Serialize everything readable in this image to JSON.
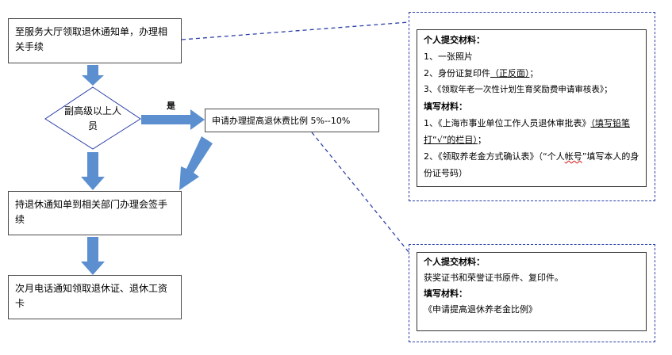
{
  "flow": {
    "step1": "至服务大厅领取退休通知单，办理相关手续",
    "decision": "副高级以上人员",
    "yes_label": "是",
    "apply": "申请办理提高退休费比例 5%--10%",
    "step2": "持退休通知单到相关部门办理会签手续",
    "step3": "次月电话通知领取退休证、退休工资卡"
  },
  "materials_top": {
    "personal_title": "个人提交材料：",
    "item1": "1、一张照片",
    "item2_prefix": "2、身份证复印件",
    "item2_emph": "（正反面）",
    "item2_suffix": "；",
    "item3": "3、《领取年老一次性计划生育奖励费申请审核表》；",
    "fill_title": "填写材料：",
    "fill1_prefix": "1、《上海市事业单位工作人员退休审批表》",
    "fill1_emph": "（填写铅笔打“√”的栏目）",
    "fill1_suffix": "；",
    "fill2_prefix": "2、《领取养老金方式确认表》（“个人",
    "fill2_emph": "帐号",
    "fill2_suffix": "”填写本人的身份证号码）"
  },
  "materials_bottom": {
    "personal_title": "个人提交材料：",
    "item1": "获奖证书和荣誉证书原件、复印件。",
    "fill_title": "填写材料：",
    "fill1": "《申请提高退休养老金比例》"
  },
  "colors": {
    "arrow": "#5b8fd0",
    "dashed": "#2b3fa8",
    "border": "#4a4a4a"
  }
}
